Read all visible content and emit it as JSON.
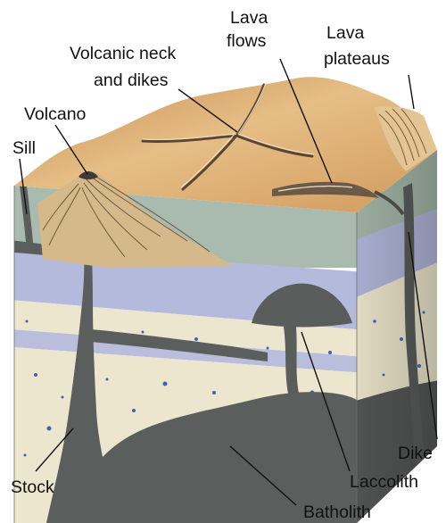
{
  "labels": {
    "lava_flows": [
      "Lava",
      "flows"
    ],
    "lava_plateaus": [
      "Lava",
      "plateaus"
    ],
    "volcanic_neck": [
      "Volcanic neck",
      "and dikes"
    ],
    "volcano": "Volcano",
    "sill": "Sill",
    "dike": "Dike",
    "stock": "Stock",
    "laccolith": "Laccolith",
    "batholith": "Batholith"
  },
  "colors": {
    "surface_light": "#e8c28c",
    "surface_mid": "#d59a5c",
    "surface_dark": "#b87a42",
    "layer_green": "#a7b8ac",
    "layer_lavender": "#b3b9d8",
    "layer_cream": "#ece6cf",
    "speckle": "#3f62b6",
    "magma": "#5a5e5c",
    "magma_dark": "#444846"
  }
}
